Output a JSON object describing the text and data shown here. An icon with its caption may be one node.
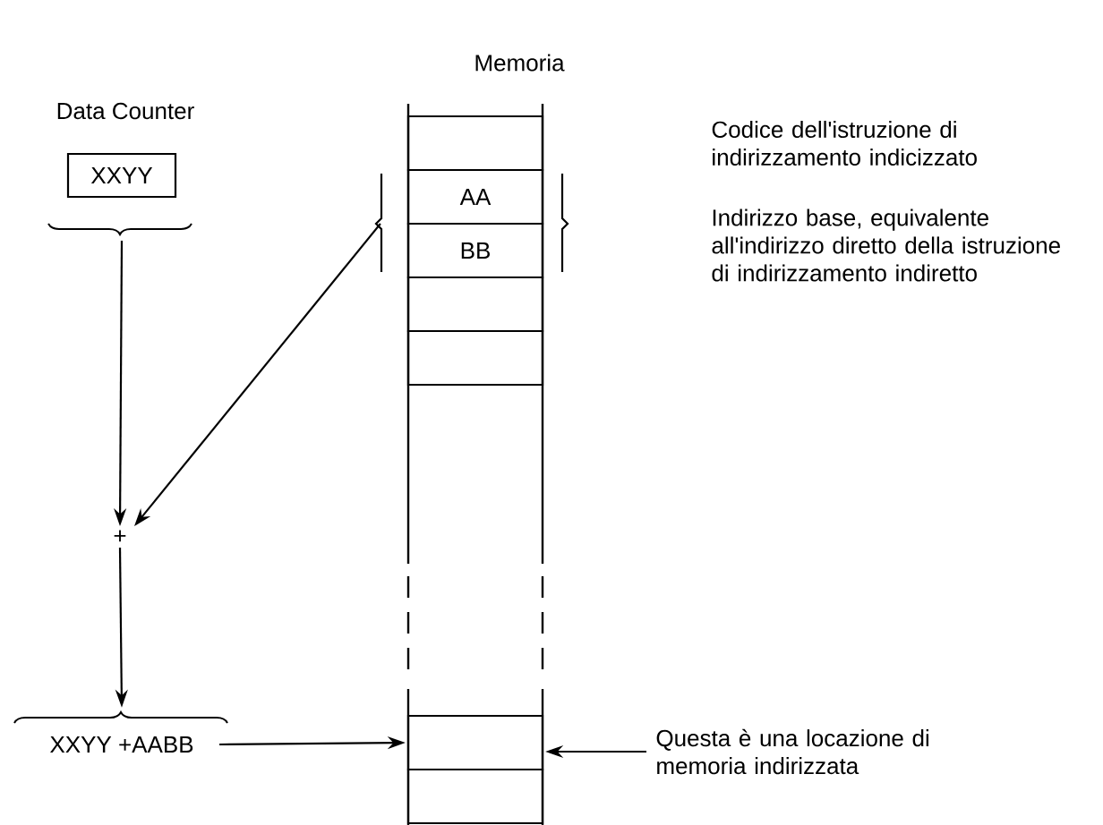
{
  "diagram": {
    "nodes": [
      {
        "text": [
          "XXYY"
        ]
      },
      {
        "text": [
          "+"
        ]
      },
      {
        "text": [
          "XXYY +AABB"
        ]
      },
      {
        "text": [],
        "shape": "box"
      },
      {
        "text": [
          "AA"
        ]
      },
      {
        "text": [
          "BB"
        ]
      },
      {
        "text": [],
        "shape": "box"
      },
      {
        "text": [],
        "shape": "box"
      },
      {
        "text": [],
        "shape": "box"
      },
      {
        "text": [],
        "shape": "box"
      },
      {
        "text": [
          "Questa è una locazione di memoria indirizzata"
        ]
      }
    ],
    "edges": [
      {
        "from": 0,
        "to": 1,
        "arrow": "to"
      },
      {
        "from": 4,
        "to": 1,
        "arrow": "to"
      },
      {
        "from": 5,
        "to": 1,
        "arrow": "to"
      },
      {
        "from": 1,
        "to": 2,
        "arrow": "to"
      },
      {
        "from": 2,
        "to": 8,
        "arrow": "to"
      },
      {
        "from": 10,
        "to": 8,
        "arrow": "to"
      }
    ],
    "labels": [
      "Memoria",
      "Data Counter",
      "Codice dell'istruzione di indirizzamento indicizzato",
      "Indirizzo base, equivalente all'indirizzo diretto della istruzione di indirizzamento indiretto"
    ]
  }
}
